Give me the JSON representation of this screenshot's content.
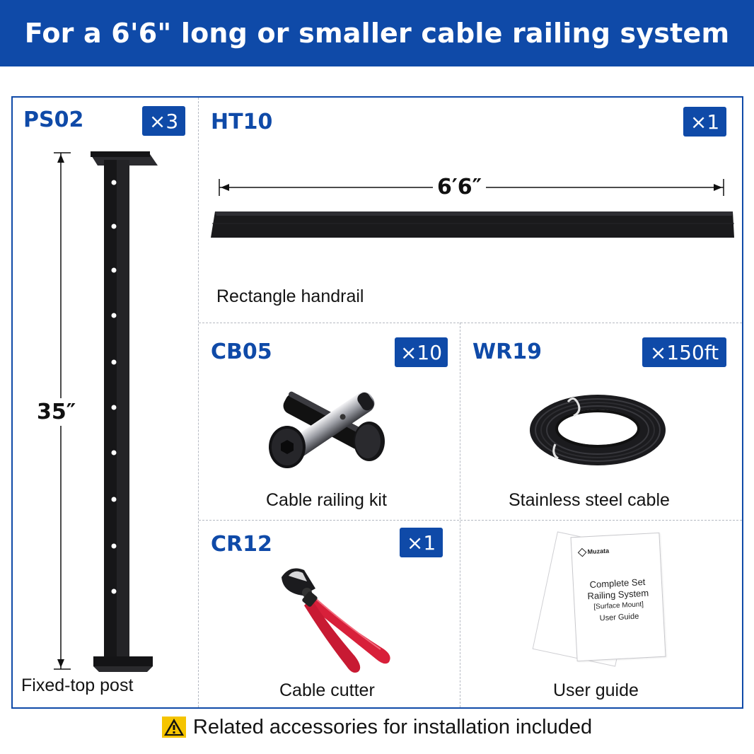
{
  "banner": {
    "title": "For a 6'6\" long or smaller cable railing system"
  },
  "items": {
    "post": {
      "code": "PS02",
      "qty": "×3",
      "dimension": "35″",
      "caption": "Fixed-top post",
      "icon": "post-icon"
    },
    "handrail": {
      "code": "HT10",
      "qty": "×1",
      "dimension": "6′6″",
      "caption": "Rectangle handrail",
      "icon": "handrail-icon"
    },
    "kit": {
      "code": "CB05",
      "qty": "×10",
      "caption": "Cable railing kit",
      "icon": "cable-kit-icon"
    },
    "cable": {
      "code": "WR19",
      "qty": "×150ft",
      "caption": "Stainless steel cable",
      "icon": "cable-coil-icon"
    },
    "cutter": {
      "code": "CR12",
      "qty": "×1",
      "caption": "Cable cutter",
      "icon": "cable-cutter-icon"
    },
    "guide": {
      "caption": "User guide",
      "icon": "user-guide-icon",
      "brand": "Muzata",
      "cover_lines": [
        "Complete Set",
        "Railing System",
        "[Surface Mount]",
        "User Guide"
      ]
    }
  },
  "footer": {
    "text": "Related accessories for installation included",
    "icon": "warning-icon"
  },
  "colors": {
    "brand_blue": "#0f4aa8",
    "warning_yellow": "#f5c400",
    "cutter_red": "#d8203a"
  }
}
